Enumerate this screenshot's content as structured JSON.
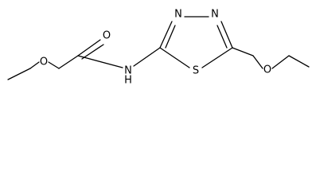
{
  "molecule": {
    "atom_labels": {
      "ether_oxygen_left": "O",
      "carbonyl_oxygen": "O",
      "amide_nitrogen": "N",
      "amide_hydrogen": "H",
      "ring_nitrogen_1": "N",
      "ring_nitrogen_2": "N",
      "ring_sulfur": "S",
      "ether_oxygen_right": "O"
    }
  }
}
